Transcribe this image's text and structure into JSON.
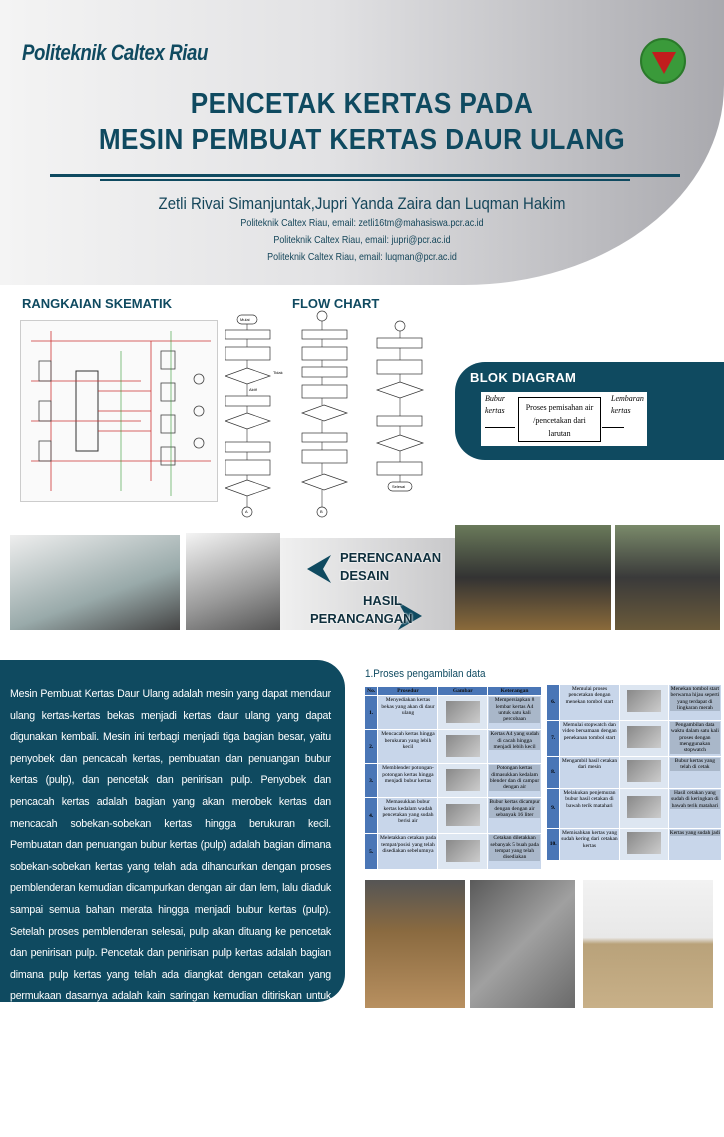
{
  "header": {
    "logo": "Politeknik Caltex Riau",
    "title_line1": "PENCETAK KERTAS PADA",
    "title_line2": "MESIN PEMBUAT KERTAS DAUR ULANG",
    "authors": "Zetli Rivai Simanjuntak,Jupri Yanda Zaira dan Luqman Hakim",
    "affiliations": [
      "Politeknik Caltex Riau, email: zetli16tm@mahasiswa.pcr.ac.id",
      "Politeknik Caltex Riau, email: jupri@pcr.ac.id",
      "Politeknik Caltex Riau, email: luqman@pcr.ac.id"
    ]
  },
  "sections": {
    "schematic": "RANGKAIAN SKEMATIK",
    "flowchart": "FLOW CHART",
    "blok": "BLOK DIAGRAM"
  },
  "flowchart": {
    "start": "Mulai",
    "end": "Selesai",
    "a": "A",
    "b": "B",
    "yes": "Aktif",
    "no": "Tidak"
  },
  "blok_diagram": {
    "input": [
      "Bubur",
      "kertas"
    ],
    "process": [
      "Proses pemisahan air",
      "/pencetakan dari",
      "larutan"
    ],
    "output": [
      "Lembaran",
      "kertas"
    ]
  },
  "design": {
    "left_label": [
      "PERENCANAAN",
      "DESAIN"
    ],
    "right_label": [
      "HASIL",
      "PERANCANGAN"
    ]
  },
  "description": "Mesin Pembuat Kertas Daur Ulang adalah mesin yang dapat mendaur ulang kertas-kertas bekas menjadi kertas daur ulang yang dapat digunakan kembali. Mesin ini terbagi menjadi tiga bagian besar, yaitu penyobek dan pencacah kertas, pembuatan dan penuangan bubur kertas (pulp), dan pencetak dan penirisan pulp. Penyobek dan pencacah kertas adalah bagian yang akan merobek kertas dan mencacah sobekan-sobekan kertas hingga berukuran kecil. Pembuatan dan penuangan bubur kertas (pulp) adalah bagian dimana sobekan-sobekan kertas yang telah ada dihancurkan dengan proses pemblenderan kemudian dicampurkan dengan air dan lem, lalu diaduk sampai semua bahan merata hingga menjadi bubur kertas (pulp). Setelah proses pemblenderan selesai, pulp akan dituang ke pencetak dan penirisan pulp. Pencetak dan penirisan pulp kertas adalah bagian dimana pulp kertas yang telah ada diangkat dengan cetakan yang permukaan dasarnya adalah kain saringan kemudian ditiriskan untuk mengurangi kandungan air yang ada pada pulp kertas sehingga proses pengeringan dapat dilakukan lebih cepat. Proses pengeringan akan dilakukan dengan menjemur di tempat terbuka dengan bantuan sinar matahari. Pencetakan kertas dimulai dengan penuangan bubur kertas dari tempat pemblenderan ke dalam wadah pencetakan yang telah berisi air dengan tujuan untuk memperhalus bubur kertas.",
  "data_section": {
    "title": "1.Proses pengambilan data",
    "headers": [
      "No.",
      "Prosedur",
      "Gambar",
      "Keterangan"
    ],
    "rows": [
      {
        "no": "1.",
        "proc": "Menyediakan kertas bekas yang akan di daur ulang",
        "note": "Mempersiapkan 8 lembar kertas A4 untuk satu kali percobaan"
      },
      {
        "no": "2.",
        "proc": "Mencacah kertas hingga berukuran yang lebih kecil",
        "note": "Kertas A4 yang sudah di cacah hingga menjadi lebih kecil"
      },
      {
        "no": "3.",
        "proc": "Memblender potongan-potongan kertas hingga menjadi bubur kertas",
        "note": "Potongan kertas dimasukkan kedalam blender dan di campur dengan air"
      },
      {
        "no": "4.",
        "proc": "Memasukkan bubur kertas kedalam wadah pencetakan yang sudah berisi air",
        "note": "Bubur kertas dicampur dengan dengan air sebanyak 16 liter"
      },
      {
        "no": "5.",
        "proc": "Meletakkan cetakan pada tempat/posisi yang telah disediakan sebelumnya",
        "note": "Cetakan diletakkan sebanyak 5 buah pada tempat yang telah disediakan"
      },
      {
        "no": "6.",
        "proc": "Memulai proses pencetakan dengan menekan tombol start",
        "note": "Menekan tombol start berwarna hijau seperti yang terdapat di lingkaran merah"
      },
      {
        "no": "7.",
        "proc": "Memulai stopwatch dan video bersamaan dengan penekanan tombol start",
        "note": "Pengambilan data waktu dalam satu kali proses dengan menggunakan stopwatch"
      },
      {
        "no": "8.",
        "proc": "Mengambil hasil cetakan dari mesin",
        "note": "Bubur kertas yang telah di cetak"
      },
      {
        "no": "9.",
        "proc": "Melakukan penjemuran bubur hasil cetakan di bawah terik matahari",
        "note": "Hasil cetakan yang sudah di keringkan di bawah terik matahari"
      },
      {
        "no": "10.",
        "proc": "Memisahkan kertas yang sudah kering dari cetakan kertas",
        "note": "Kertas yang sudah jadi"
      }
    ]
  },
  "colors": {
    "primary": "#0f4a60",
    "table_blue": "#4a76b6"
  }
}
